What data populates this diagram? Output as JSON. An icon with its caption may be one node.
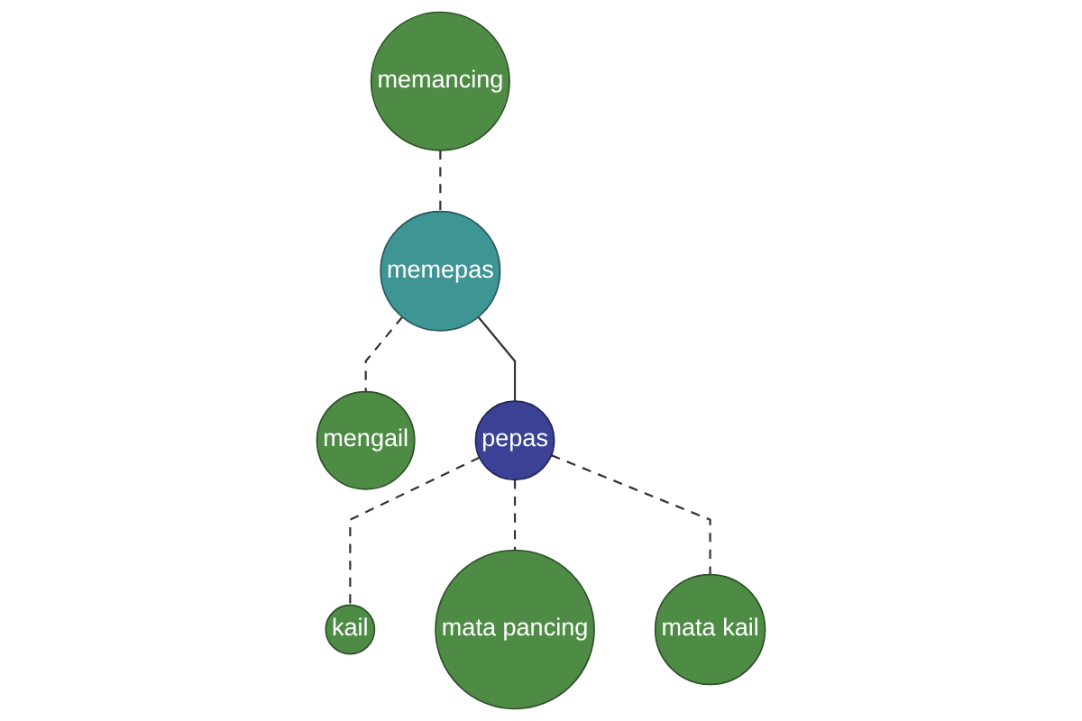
{
  "diagram": {
    "nodes": [
      {
        "text": [
          "memancing"
        ]
      },
      {
        "text": [
          "memepas"
        ]
      },
      {
        "text": [
          "mengail"
        ]
      },
      {
        "text": [
          "pepas"
        ]
      },
      {
        "text": [
          "kail"
        ]
      },
      {
        "text": [
          "mata pancing"
        ]
      },
      {
        "text": [
          "mata kail"
        ]
      }
    ],
    "edges": [
      {
        "from": 0,
        "to": 1,
        "arrow": "none",
        "style": "dashed"
      },
      {
        "from": 1,
        "to": 2,
        "arrow": "none",
        "style": "dashed"
      },
      {
        "from": 1,
        "to": 3,
        "arrow": "none"
      },
      {
        "from": 3,
        "to": 4,
        "arrow": "none",
        "style": "dashed"
      },
      {
        "from": 3,
        "to": 5,
        "arrow": "none",
        "style": "dashed"
      },
      {
        "from": 3,
        "to": 6,
        "arrow": "none",
        "style": "dashed"
      }
    ]
  }
}
